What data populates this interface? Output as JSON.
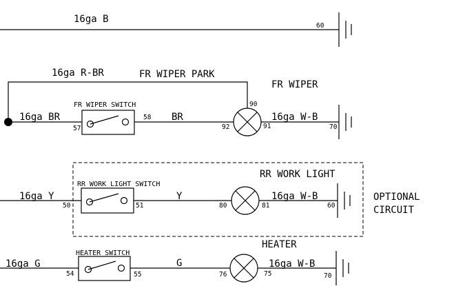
{
  "wires": {
    "top_label": "16ga B",
    "park_label": "16ga R-BR",
    "wiper_in_label": "16ga BR",
    "wiper_mid_label": "BR",
    "wiper_out_label": "16ga W-B",
    "work_in_label": "16ga Y",
    "work_mid_label": "Y",
    "work_out_label": "16ga W-B",
    "heater_in_label": "16ga G",
    "heater_mid_label": "G",
    "heater_out_label": "16ga W-B"
  },
  "titles": {
    "wiper_park": "FR WIPER PARK",
    "wiper": "FR WIPER",
    "work_light": "RR WORK LIGHT",
    "heater": "HEATER",
    "optional_line1": "OPTIONAL",
    "optional_line2": "CIRCUIT"
  },
  "switches": {
    "wiper": "FR WIPER SWITCH",
    "work_light": "RR WORK LIGHT SWITCH",
    "heater": "HEATER SWITCH"
  },
  "terminals": {
    "top_ground": "60",
    "wiper_sw_in": "57",
    "wiper_sw_out": "58",
    "wiper_motor_park": "90",
    "wiper_motor_in": "92",
    "wiper_motor_out": "91",
    "wiper_ground": "70",
    "work_sw_in": "50",
    "work_sw_out": "51",
    "work_lamp_in": "80",
    "work_lamp_out": "81",
    "work_ground": "60",
    "heater_sw_in": "54",
    "heater_sw_out": "55",
    "heater_lamp_in": "76",
    "heater_lamp_out": "75",
    "heater_ground": "70"
  }
}
